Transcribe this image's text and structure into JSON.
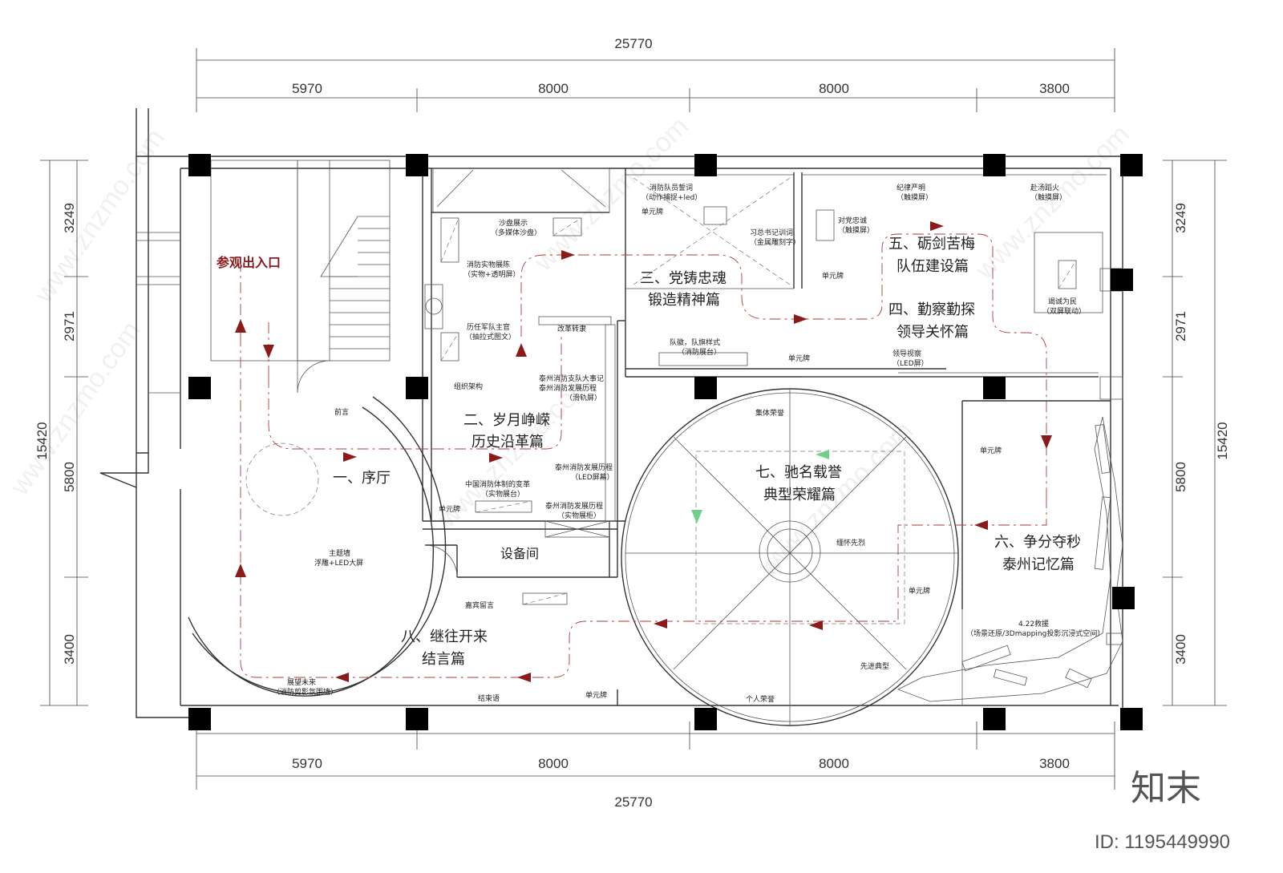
{
  "dimensions": {
    "top_total": "25770",
    "top_segments": [
      "5970",
      "8000",
      "8000",
      "3800"
    ],
    "bottom_segments": [
      "5970",
      "8000",
      "8000",
      "3800"
    ],
    "bottom_total": "25770",
    "left_side": [
      "3249",
      "2971",
      "5800",
      "3400"
    ],
    "left_total": "15420",
    "right_side": [
      "3249",
      "2971",
      "5800",
      "3400"
    ],
    "right_total": "15420"
  },
  "entrance_label": "参观出入口",
  "zones": {
    "z1": "一、序厅",
    "z2a": "二、岁月峥嵘",
    "z2b": "历史沿革篇",
    "z3a": "三、党铸忠魂",
    "z3b": "锻造精神篇",
    "z4a": "四、勤察勤探",
    "z4b": "领导关怀篇",
    "z5a": "五、砺剑苦梅",
    "z5b": "队伍建设篇",
    "z6a": "六、争分夺秒",
    "z6b": "泰州记忆篇",
    "z7a": "七、驰名载誉",
    "z7b": "典型荣耀篇",
    "z8a": "八、继往开来",
    "z8b": "结言篇",
    "equip": "设备间"
  },
  "labels": {
    "preface": "前言",
    "main_wall_1": "主题墙",
    "main_wall_2": "浮雕+LED大屏",
    "sand_1": "沙盘展示",
    "sand_2": "（多媒体沙盘）",
    "fire_display_1": "消防实物展陈",
    "fire_display_2": "（实物+透明屏）",
    "leaders_1": "历任军队主官",
    "leaders_2": "（抽拉式图文）",
    "reform": "改革转隶",
    "org": "组织架构",
    "events_1": "泰州消防支队大事记",
    "events_2": "泰州消防发展历程",
    "events_3": "（滑轨屏）",
    "history_1": "泰州消防发展历程",
    "history_2": "（LED屏幕）",
    "china_reform_1": "中国消防体制的变革",
    "china_reform_2": "（实物展台）",
    "cabinet_1": "泰州消防发展历程",
    "cabinet_2": "（实物展柜）",
    "unit_sign": "单元牌",
    "oath_1": "消防队员誓词",
    "oath_2": "（动作捕捉+led）",
    "xi_1": "习总书记训词",
    "xi_2": "（金属雕刻字）",
    "flag_1": "队徽，队旗样式",
    "flag_2": "（消防展台）",
    "loyal_1": "对党忠诚",
    "loyal_2": "（触摸屏）",
    "strict_1": "纪律严明",
    "strict_2": "（触摸屏）",
    "fire_1": "赴汤蹈火",
    "fire_2": "（触摸屏）",
    "people_1": "竭诚为民",
    "people_2": "（双屏联动）",
    "lead_1": "领导视察",
    "lead_2": "（LED屏）",
    "collective": "集体荣誉",
    "memorial": "缅怀先烈",
    "advanced": "先进典型",
    "personal": "个人荣誉",
    "rescue_1": "4.22救援",
    "rescue_2": "（场景还原/3Dmapping投影沉浸式空间）",
    "guest": "嘉宾留言",
    "future_1": "展望未来",
    "future_2": "（消防剪影氛围墙）",
    "end": "结束语"
  },
  "watermark": {
    "site": "www.znzmo.com",
    "brand": "知末",
    "image_id": "ID: 1195449990"
  },
  "colors": {
    "path": "#b03a3a",
    "arrow_red": "#8b1a1a",
    "arrow_green": "#6fd08a",
    "column": "#000000"
  }
}
